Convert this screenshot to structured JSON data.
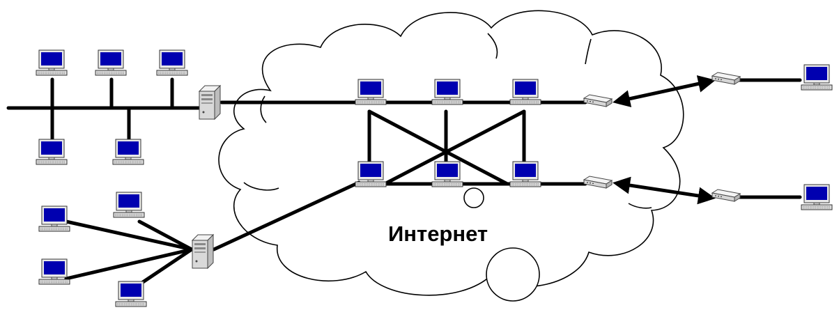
{
  "diagram": {
    "cloud_label": "Интернет",
    "node_types": {
      "computer": "computer-icon",
      "server": "server-icon",
      "modem": "modem-icon"
    },
    "colors": {
      "screen": "#0000b0",
      "device_body": "#d4d4d4",
      "line": "#000000",
      "background": "#ffffff"
    },
    "groups": [
      "bus-network",
      "star-network",
      "internet-mesh",
      "dial-up-connections"
    ]
  }
}
